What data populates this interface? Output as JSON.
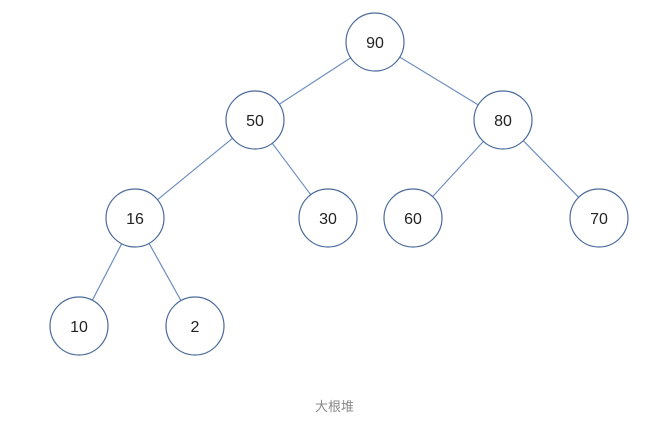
{
  "diagram": {
    "type": "binary-tree",
    "nodes": [
      {
        "id": "n90",
        "value": "90"
      },
      {
        "id": "n50",
        "value": "50"
      },
      {
        "id": "n80",
        "value": "80"
      },
      {
        "id": "n16",
        "value": "16"
      },
      {
        "id": "n30",
        "value": "30"
      },
      {
        "id": "n60",
        "value": "60"
      },
      {
        "id": "n70",
        "value": "70"
      },
      {
        "id": "n10",
        "value": "10"
      },
      {
        "id": "n2",
        "value": "2"
      }
    ],
    "edges": [
      [
        "n90",
        "n50"
      ],
      [
        "n90",
        "n80"
      ],
      [
        "n50",
        "n16"
      ],
      [
        "n50",
        "n30"
      ],
      [
        "n80",
        "n60"
      ],
      [
        "n80",
        "n70"
      ],
      [
        "n16",
        "n10"
      ],
      [
        "n16",
        "n2"
      ]
    ],
    "colors": {
      "node_stroke": "#4a6a9a",
      "edge_stroke": "#6f8fbf",
      "node_fill": "#ffffff"
    }
  },
  "caption": "大根堆"
}
